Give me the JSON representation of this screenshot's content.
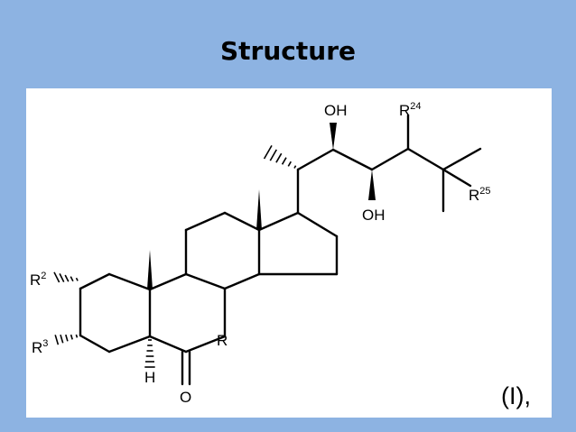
{
  "slide": {
    "title": "Structure",
    "background_color": "#8db3e2"
  },
  "figure": {
    "labels": {
      "oh_top": "OH",
      "oh_bottom": "OH",
      "r24_base": "R",
      "r24_sup": "24",
      "r25_base": "R",
      "r25_sup": "25",
      "r2_base": "R",
      "r2_sup": "2",
      "r3_base": "R",
      "r3_sup": "3",
      "r_ring": "R",
      "h": "H",
      "o": "O",
      "compound": "(I),"
    }
  }
}
